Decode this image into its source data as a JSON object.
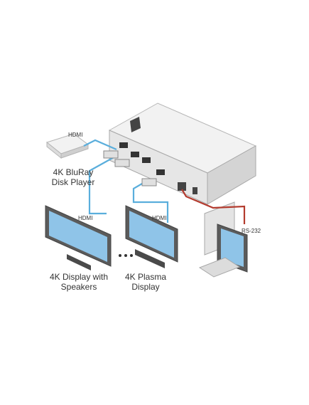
{
  "labels": {
    "hdmi_bluray": "HDMI",
    "bluray_line1": "4K BluRay",
    "bluray_line2": "Disk Player",
    "hdmi_display1": "HDMI",
    "hdmi_display2": "HDMI",
    "display1_line1": "4K Display with",
    "display1_line2": "Speakers",
    "display2_line1": "4K Plasma",
    "display2_line2": "Display",
    "rs232": "RS-232"
  },
  "colors": {
    "hdmi_cable": "#5aaedc",
    "rs232_cable": "#b33b2e",
    "device_body": "#e9e9e9",
    "screen": "#8fc4e8"
  }
}
